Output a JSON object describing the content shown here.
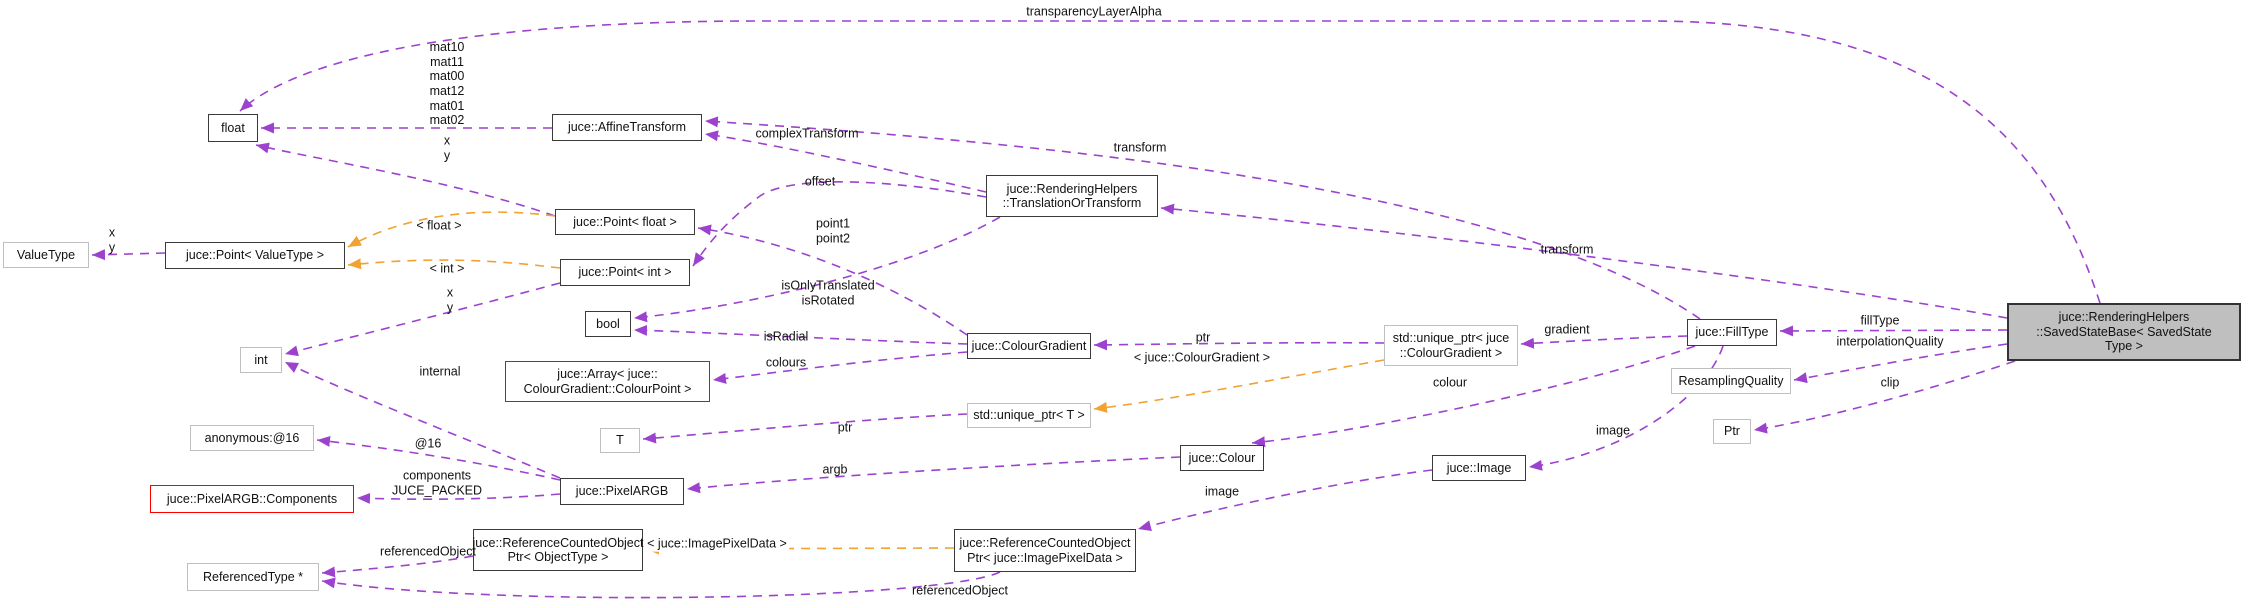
{
  "diagram_type": "doxygen-collaboration-diagram",
  "focus_class": "juce::RenderingHelpers::SavedStateBase< SavedStateType >",
  "colors": {
    "member_edge": "#9c42ce",
    "template_edge": "#f0a232",
    "node_border": "#3a3a3a",
    "external_node_border": "#bfbfbf",
    "undocumented_node_border": "#ff0000",
    "focus_node_fill": "#bfbfbf",
    "background": "#ffffff"
  },
  "nodes": {
    "float": {
      "label": "float"
    },
    "affine_transform": {
      "label": "juce::AffineTransform"
    },
    "value_type": {
      "label": "ValueType"
    },
    "point_valuetype": {
      "label": "juce::Point< ValueType >"
    },
    "point_float": {
      "label": "juce::Point< float >"
    },
    "point_int": {
      "label": "juce::Point< int >"
    },
    "translation_or_transform": {
      "label": "juce::RenderingHelpers\n::TranslationOrTransform"
    },
    "bool": {
      "label": "bool"
    },
    "colour_point_array": {
      "label": "juce::Array< juce::\nColourGradient::ColourPoint >"
    },
    "colour_gradient": {
      "label": "juce::ColourGradient"
    },
    "unique_ptr_t": {
      "label": "std::unique_ptr< T >"
    },
    "int": {
      "label": "int"
    },
    "anonymous16": {
      "label": "anonymous:@16"
    },
    "pixel_argb_components": {
      "label": "juce::PixelARGB::Components"
    },
    "pixel_argb": {
      "label": "juce::PixelARGB"
    },
    "t": {
      "label": "T"
    },
    "ref_counted_ptr_objecttype": {
      "label": "juce::ReferenceCountedObject\nPtr< ObjectType >"
    },
    "ref_counted_ptr_imagepixeldata": {
      "label": "juce::ReferenceCountedObject\nPtr< juce::ImagePixelData >"
    },
    "referenced_type": {
      "label": "ReferencedType *"
    },
    "colour": {
      "label": "juce::Colour"
    },
    "image": {
      "label": "juce::Image"
    },
    "unique_ptr_colour_gradient": {
      "label": "std::unique_ptr< juce\n::ColourGradient >"
    },
    "fill_type": {
      "label": "juce::FillType"
    },
    "resampling_quality": {
      "label": "ResamplingQuality"
    },
    "ptr": {
      "label": "Ptr"
    },
    "saved_state_base": {
      "label": "juce::RenderingHelpers\n::SavedStateBase< SavedState\nType >"
    }
  },
  "edge_labels": {
    "transparency_layer_alpha": "transparencyLayerAlpha",
    "mat_members": "mat10\nmat11\nmat00\nmat12\nmat01\nmat02",
    "xy_float": "x\ny",
    "complex_transform": "complexTransform",
    "transform_filltype": "transform",
    "transform_saved_state": "transform",
    "offset": "offset",
    "point1_point2": "point1\npoint2",
    "is_only_translated": "isOnlyTranslated\nisRotated",
    "is_radial": "isRadial",
    "colours": "colours",
    "tmpl_float": "< float >",
    "tmpl_int": "< int >",
    "xy_valuetype": "x\ny",
    "xy_int": "x\ny",
    "internal": "internal",
    "at16": "@16",
    "components": "components\nJUCE_PACKED",
    "argb": "argb",
    "ptr_t": "ptr",
    "ptr_cg": "ptr",
    "tmpl_colour_gradient": "< juce::ColourGradient >",
    "tmpl_image_pixel_data": "< juce::ImagePixelData >",
    "gradient": "gradient",
    "colour": "colour",
    "image_filltype": "image",
    "image_refptr": "image",
    "fill_type": "fillType",
    "interpolation_quality": "interpolationQuality",
    "clip": "clip",
    "referenced_object_1": "referencedObject",
    "referenced_object_2": "referencedObject"
  },
  "edges": [
    {
      "from": "saved_state_base",
      "to": "float",
      "label": "transparencyLayerAlpha",
      "kind": "member"
    },
    {
      "from": "affine_transform",
      "to": "float",
      "label": "mat10 mat11 mat00 mat12 mat01 mat02",
      "kind": "member"
    },
    {
      "from": "point_float",
      "to": "float",
      "label": "x y",
      "kind": "member"
    },
    {
      "from": "translation_or_transform",
      "to": "affine_transform",
      "label": "complexTransform",
      "kind": "member"
    },
    {
      "from": "fill_type",
      "to": "affine_transform",
      "label": "transform",
      "kind": "member"
    },
    {
      "from": "saved_state_base",
      "to": "translation_or_transform",
      "label": "transform",
      "kind": "member"
    },
    {
      "from": "translation_or_transform",
      "to": "point_int",
      "label": "offset",
      "kind": "member"
    },
    {
      "from": "colour_gradient",
      "to": "point_float",
      "label": "point1 point2",
      "kind": "member"
    },
    {
      "from": "translation_or_transform",
      "to": "bool",
      "label": "isOnlyTranslated isRotated",
      "kind": "member"
    },
    {
      "from": "colour_gradient",
      "to": "bool",
      "label": "isRadial",
      "kind": "member"
    },
    {
      "from": "colour_gradient",
      "to": "colour_point_array",
      "label": "colours",
      "kind": "member"
    },
    {
      "from": "point_valuetype",
      "to": "value_type",
      "label": "x y",
      "kind": "member"
    },
    {
      "from": "point_float",
      "to": "point_valuetype",
      "label": "< float >",
      "kind": "template"
    },
    {
      "from": "point_int",
      "to": "point_valuetype",
      "label": "< int >",
      "kind": "template"
    },
    {
      "from": "point_int",
      "to": "int",
      "label": "x y",
      "kind": "member"
    },
    {
      "from": "pixel_argb",
      "to": "int",
      "label": "internal",
      "kind": "member"
    },
    {
      "from": "pixel_argb",
      "to": "anonymous16",
      "label": "@16",
      "kind": "member"
    },
    {
      "from": "pixel_argb",
      "to": "pixel_argb_components",
      "label": "components JUCE_PACKED",
      "kind": "member"
    },
    {
      "from": "colour",
      "to": "pixel_argb",
      "label": "argb",
      "kind": "member"
    },
    {
      "from": "unique_ptr_t",
      "to": "t",
      "label": "ptr",
      "kind": "member"
    },
    {
      "from": "unique_ptr_colour_gradient",
      "to": "colour_gradient",
      "label": "ptr",
      "kind": "member"
    },
    {
      "from": "unique_ptr_colour_gradient",
      "to": "unique_ptr_t",
      "label": "< juce::ColourGradient >",
      "kind": "template"
    },
    {
      "from": "fill_type",
      "to": "unique_ptr_colour_gradient",
      "label": "gradient",
      "kind": "member"
    },
    {
      "from": "fill_type",
      "to": "colour",
      "label": "colour",
      "kind": "member"
    },
    {
      "from": "fill_type",
      "to": "image",
      "label": "image",
      "kind": "member"
    },
    {
      "from": "image",
      "to": "ref_counted_ptr_imagepixeldata",
      "label": "image",
      "kind": "member"
    },
    {
      "from": "ref_counted_ptr_imagepixeldata",
      "to": "ref_counted_ptr_objecttype",
      "label": "< juce::ImagePixelData >",
      "kind": "template"
    },
    {
      "from": "ref_counted_ptr_objecttype",
      "to": "referenced_type",
      "label": "referencedObject",
      "kind": "member"
    },
    {
      "from": "ref_counted_ptr_imagepixeldata",
      "to": "referenced_type",
      "label": "referencedObject",
      "kind": "member"
    },
    {
      "from": "saved_state_base",
      "to": "fill_type",
      "label": "fillType",
      "kind": "member"
    },
    {
      "from": "saved_state_base",
      "to": "resampling_quality",
      "label": "interpolationQuality",
      "kind": "member"
    },
    {
      "from": "saved_state_base",
      "to": "ptr",
      "label": "clip",
      "kind": "member"
    }
  ]
}
